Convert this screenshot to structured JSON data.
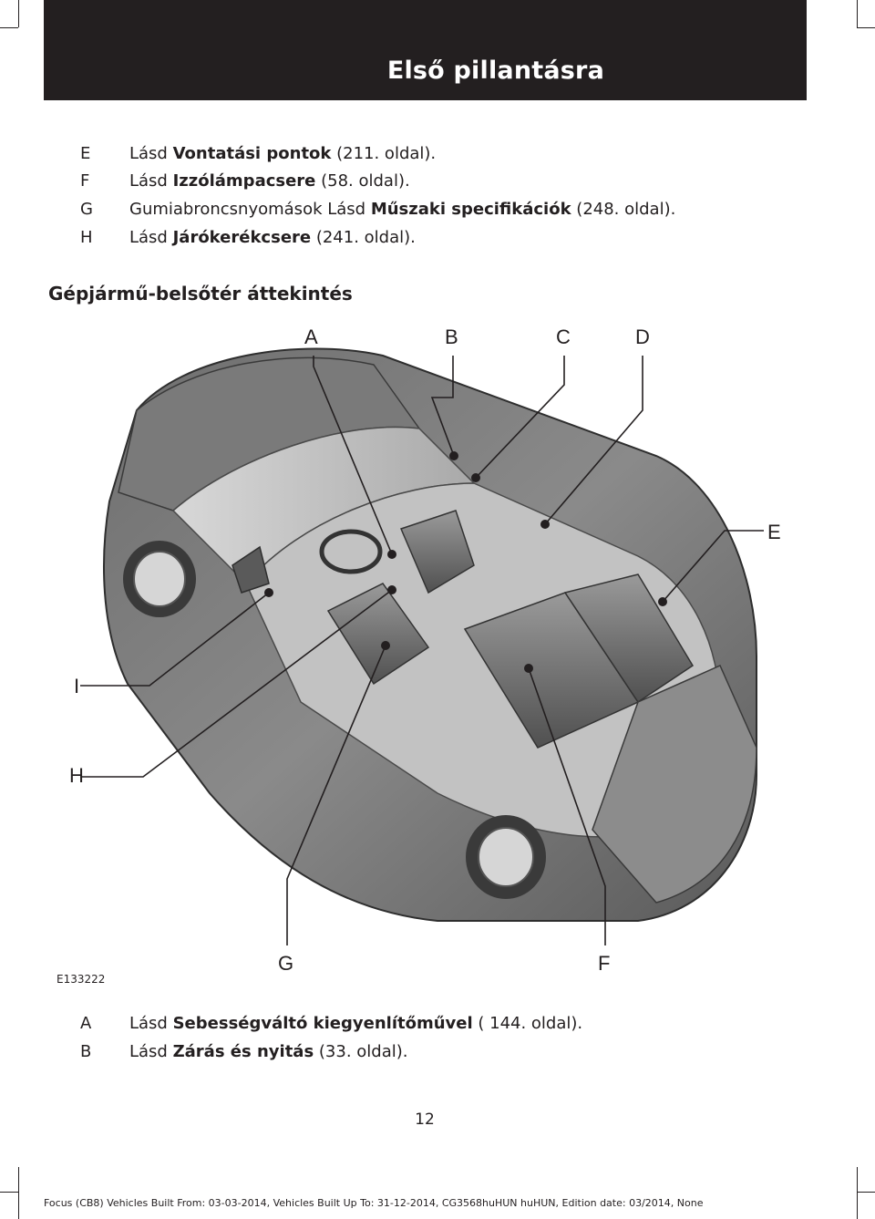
{
  "header": {
    "title": "Első pillantásra"
  },
  "list_top": [
    {
      "key": "E",
      "pre": "Lásd ",
      "bold": "Vontatási pontok",
      "post": " (211. oldal)."
    },
    {
      "key": "F",
      "pre": "Lásd ",
      "bold": "Izzólámpacsere",
      "post": " (58. oldal)."
    },
    {
      "key": "G",
      "pre": "Gumiabroncsnyomások  Lásd ",
      "bold": "Műszaki specifikációk",
      "post": " (248. oldal)."
    },
    {
      "key": "H",
      "pre": "Lásd ",
      "bold": "Járókerékcsere",
      "post": " (241. oldal)."
    }
  ],
  "section_heading": "Gépjármű-belsőtér áttekintés",
  "figure": {
    "callouts": [
      "A",
      "B",
      "C",
      "D",
      "E",
      "I",
      "H",
      "G",
      "F"
    ],
    "code": "E133222"
  },
  "list_bottom": [
    {
      "key": "A",
      "pre": "Lásd ",
      "bold": "Sebességváltó kiegyenlítőművel",
      "post": " ( 144. oldal)."
    },
    {
      "key": "B",
      "pre": "Lásd ",
      "bold": "Zárás és nyitás",
      "post": " (33. oldal)."
    }
  ],
  "page_number": "12",
  "footer": "Focus (CB8) Vehicles Built From: 03-03-2014, Vehicles Built Up To: 31-12-2014, CG3568huHUN huHUN, Edition date: 03/2014, None"
}
